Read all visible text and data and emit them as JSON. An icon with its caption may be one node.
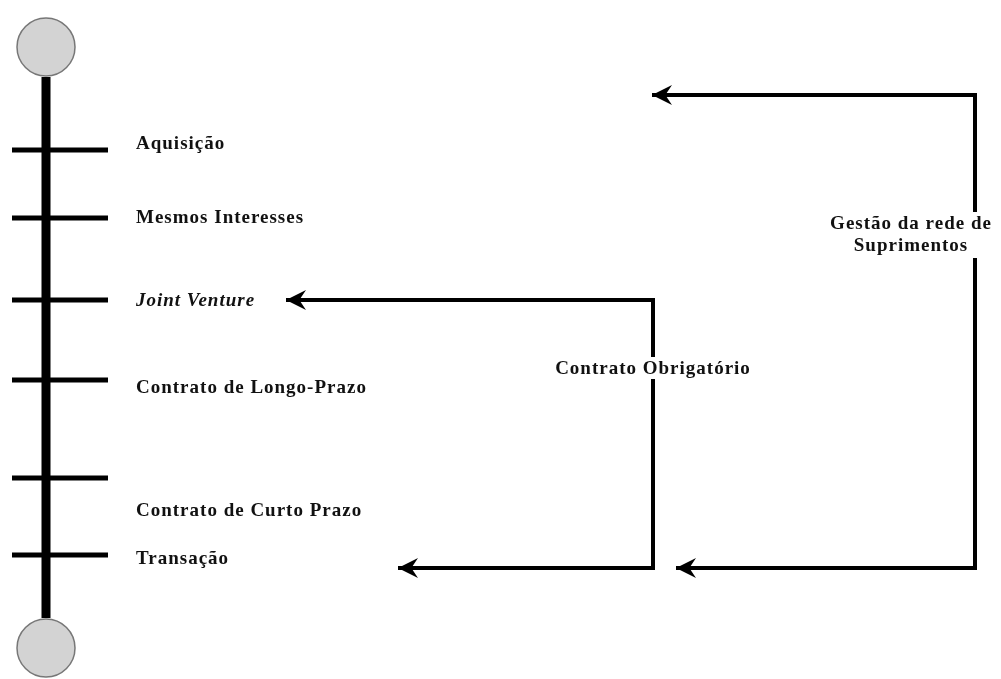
{
  "diagram": {
    "nodes": [
      {
        "text": [],
        "shape": "circle"
      },
      {
        "text": [
          "Aquisição"
        ]
      },
      {
        "text": [
          "Mesmos Interesses"
        ]
      },
      {
        "text": [
          "Joint Venture"
        ]
      },
      {
        "text": [
          "Contrato de Longo-Prazo"
        ]
      },
      {
        "text": [
          "Contrato de Curto Prazo"
        ]
      },
      {
        "text": [
          "Transação"
        ]
      },
      {
        "text": [],
        "shape": "circle"
      },
      {
        "text": [
          "Contrato Obrigatório"
        ]
      },
      {
        "text": [
          "Gestão da rede de Suprimentos"
        ]
      }
    ],
    "edges": [
      {
        "from": 0,
        "to": 7,
        "arrow": "none",
        "style": "thick"
      },
      {
        "from": 8,
        "to": 3,
        "arrow": "to"
      },
      {
        "from": 8,
        "to": 5,
        "arrow": "to"
      },
      {
        "from": 9,
        "to": null,
        "arrow": "to"
      },
      {
        "from": 9,
        "to": null,
        "arrow": "to"
      }
    ]
  }
}
